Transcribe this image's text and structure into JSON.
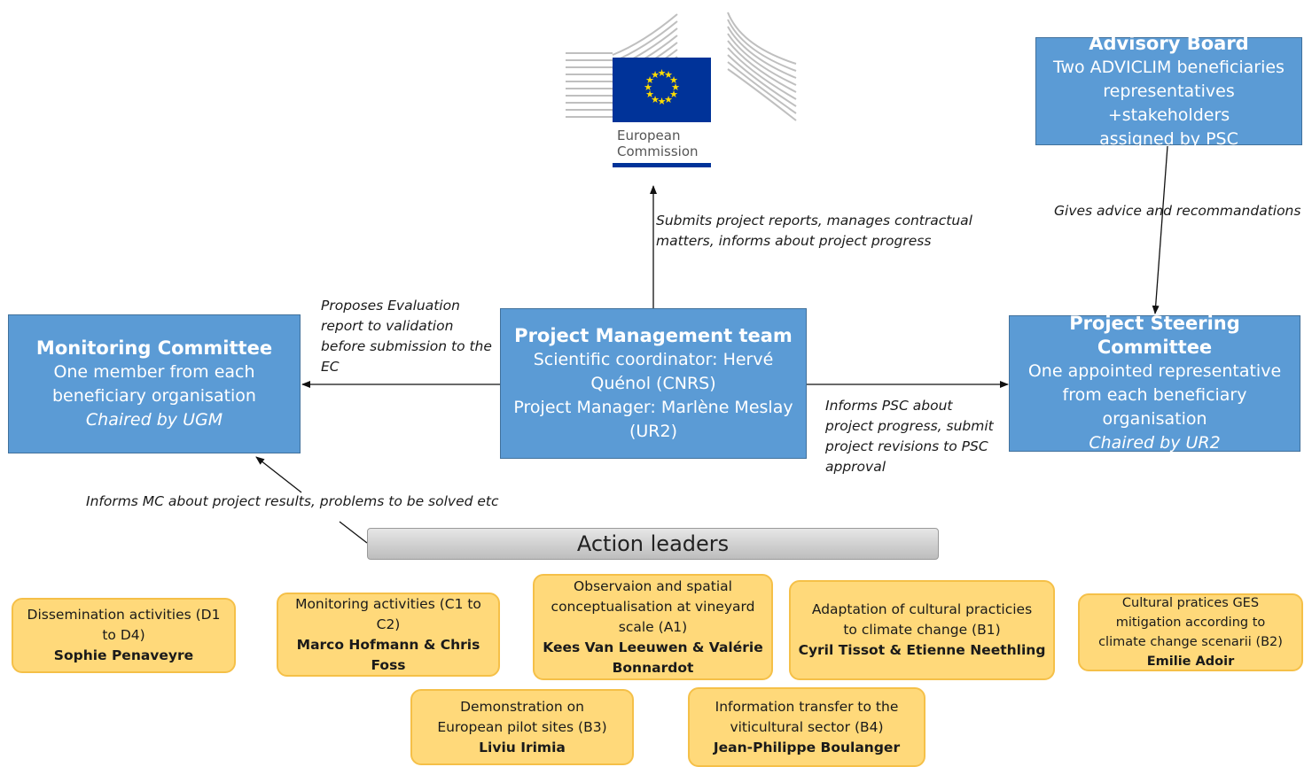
{
  "logo": {
    "line1": "European",
    "line2": "Commission",
    "flag_color": "#003399",
    "star_color": "#ffdd00"
  },
  "advisory_board": {
    "title": "Advisory Board",
    "line1": "Two ADVICLIM beneficiaries",
    "line2": "representatives +stakeholders",
    "line3": "assigned by PSC"
  },
  "monitoring_committee": {
    "title": "Monitoring Committee",
    "line1": "One member from each",
    "line2": "beneficiary organisation",
    "chair": "Chaired by UGM"
  },
  "project_management": {
    "title": "Project Management team",
    "line1": "Scientific coordinator: Hervé",
    "line2": "Quénol (CNRS)",
    "line3": "Project Manager: Marlène Meslay",
    "line4": "(UR2)"
  },
  "steering_committee": {
    "title": "Project Steering Committee",
    "line1": "One appointed representative",
    "line2": "from each beneficiary",
    "line3": "organisation",
    "chair": "Chaired by UR2"
  },
  "notes": {
    "submits": [
      "Submits project reports, manages contractual",
      "matters, informs about project progress"
    ],
    "advice": "Gives advice and recommandations",
    "proposes": [
      "Proposes Evaluation",
      "report to validation",
      "before submission to the",
      "EC"
    ],
    "informs_psc": [
      "Informs PSC about",
      "project progress, submit",
      "project revisions to PSC",
      "approval"
    ],
    "informs_mc": "Informs MC about project results, problems to be solved etc"
  },
  "action_leaders_label": "Action leaders",
  "actions": {
    "d": {
      "l1": "Dissemination activities (D1",
      "l2": "to D4)",
      "who": "Sophie Penaveyre"
    },
    "c": {
      "l1": "Monitoring activities (C1 to",
      "l2": "C2)",
      "who1": "Marco Hofmann & Chris",
      "who2": "Foss"
    },
    "a": {
      "l1": "Observaion and spatial",
      "l2": "conceptualisation at vineyard",
      "l3": "scale (A1)",
      "who1": "Kees Van Leeuwen & Valérie",
      "who2": "Bonnardot"
    },
    "b1": {
      "l1": "Adaptation of cultural practicies",
      "l2": "to climate change (B1)",
      "who": "Cyril Tissot & Etienne Neethling"
    },
    "b2": {
      "l1": "Cultural pratices GES",
      "l2": "mitigation according to",
      "l3": "climate change scenarii  (B2)",
      "who": "Emilie Adoir"
    },
    "b3": {
      "l1": "Demonstration on",
      "l2": "European pilot sites (B3)",
      "who": "Liviu Irimia"
    },
    "b4": {
      "l1": "Information transfer to the",
      "l2": "viticultural sector (B4)",
      "who": "Jean-Philippe Boulanger"
    }
  }
}
